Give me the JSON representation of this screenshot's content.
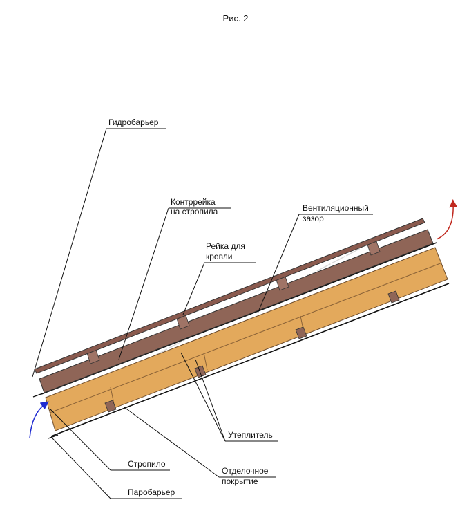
{
  "figure": {
    "title": "Рис. 2"
  },
  "labels": {
    "hydro_barrier": "Гидробарьер",
    "counter_batten_line1": "Контррейка",
    "counter_batten_line2": "на стропила",
    "roof_batten_line1": "Рейка для",
    "roof_batten_line2": "кровли",
    "vent_gap_line1": "Вентиляционный",
    "vent_gap_line2": "зазор",
    "insulation": "Утеплитель",
    "rafter": "Стропило",
    "finish_line1": "Отделочное",
    "finish_line2": "покрытие",
    "vapor_barrier": "Паробарьер"
  },
  "colors": {
    "roof_cover": "#8a5a4e",
    "batten": "#a07466",
    "counter_batten": "#8f6557",
    "insulation": "#e3a95c",
    "insulation_edge": "#7a5a3a",
    "air_in_arrow": "#1f2bd1",
    "air_out_arrow": "#c0281e",
    "outline": "#111111"
  }
}
